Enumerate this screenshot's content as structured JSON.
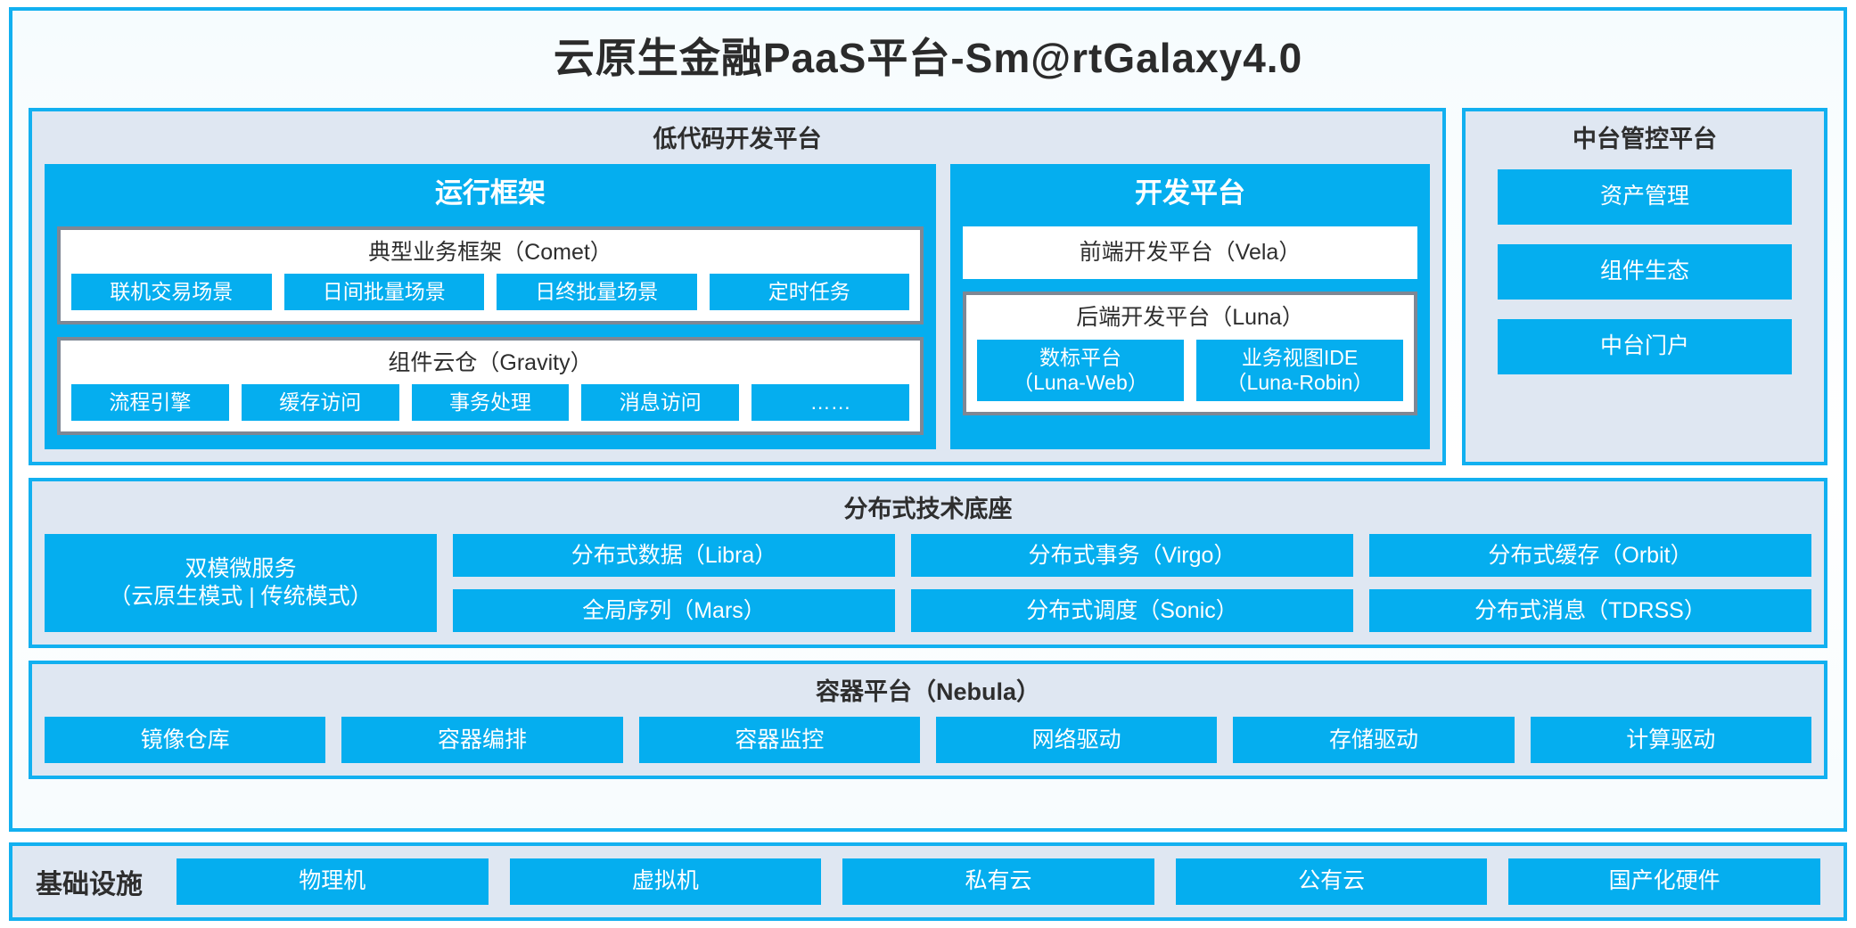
{
  "colors": {
    "accent_blue": "#05AEEF",
    "border_blue": "#12B0F0",
    "panel_bg": "#DFE7F2",
    "group_border": "#7E8794",
    "text_dark": "#2E2E2E",
    "tile_text": "#FFFFFF"
  },
  "page_title": "云原生金融PaaS平台-Sm@rtGalaxy4.0",
  "lowcode": {
    "title": "低代码开发平台",
    "runtime": {
      "title": "运行框架",
      "groups": [
        {
          "title": "典型业务框架（Comet）",
          "items": [
            "联机交易场景",
            "日间批量场景",
            "日终批量场景",
            "定时任务"
          ]
        },
        {
          "title": "组件云仓（Gravity）",
          "items": [
            "流程引擎",
            "缓存访问",
            "事务处理",
            "消息访问",
            "……"
          ]
        }
      ]
    },
    "devplatform": {
      "title": "开发平台",
      "frontend": "前端开发平台（Vela）",
      "backend": {
        "title": "后端开发平台（Luna）",
        "items": [
          "数标平台\n（Luna-Web）",
          "业务视图IDE\n（Luna-Robin）"
        ]
      }
    }
  },
  "control_platform": {
    "title": "中台管控平台",
    "items": [
      "资产管理",
      "组件生态",
      "中台门户"
    ]
  },
  "distributed_base": {
    "title": "分布式技术底座",
    "highlight": "双模微服务\n（云原生模式 | 传统模式）",
    "columns": [
      [
        "分布式数据（Libra）",
        "全局序列（Mars）"
      ],
      [
        "分布式事务（Virgo）",
        "分布式调度（Sonic）"
      ],
      [
        "分布式缓存（Orbit）",
        "分布式消息（TDRSS）"
      ]
    ]
  },
  "container_platform": {
    "title": "容器平台（Nebula）",
    "items": [
      "镜像仓库",
      "容器编排",
      "容器监控",
      "网络驱动",
      "存储驱动",
      "计算驱动"
    ]
  },
  "infrastructure": {
    "label": "基础设施",
    "items": [
      "物理机",
      "虚拟机",
      "私有云",
      "公有云",
      "国产化硬件"
    ]
  }
}
